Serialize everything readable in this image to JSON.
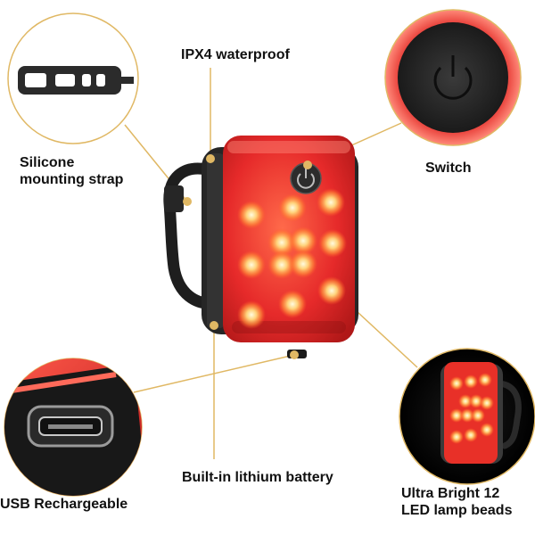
{
  "labels": {
    "waterproof": "IPX4 waterproof",
    "strap_line1": "Silicone",
    "strap_line2": "mounting strap",
    "switch": "Switch",
    "battery": "Built-in lithium battery",
    "usb": "USB Rechargeable",
    "bright_line1": "Ultra Bright 12",
    "bright_line2": "LED lamp beads"
  },
  "colors": {
    "callout_line": "#e0b864",
    "lamp_red": "#e0262a",
    "led_glow": "#ffb347",
    "body_dark": "#2a2a2a"
  },
  "icons": [
    "power-icon",
    "usb-port-icon",
    "mounting-strap-icon"
  ]
}
